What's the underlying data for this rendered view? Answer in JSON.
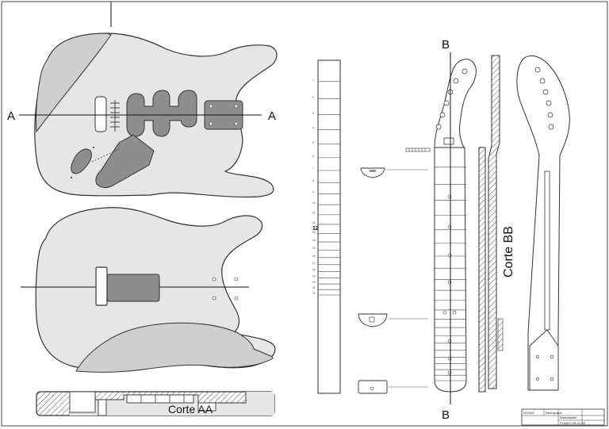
{
  "drawing": {
    "section_a_label": "A",
    "section_b_label": "B",
    "section_aa_caption": "Corte AA",
    "section_bb_caption": "Corte BB",
    "scale_highlight": "12"
  },
  "fret_scale": {
    "numbers": [
      "1",
      "2",
      "3",
      "4",
      "5",
      "6",
      "7",
      "8",
      "9",
      "10",
      "11",
      "12",
      "13",
      "14",
      "15",
      "16",
      "17",
      "18",
      "19",
      "20",
      "21",
      "22"
    ]
  },
  "title_block": {
    "field_left": "NOTAS",
    "field_replace": "Reemplaza",
    "field_title": "Stratocaster",
    "field_footer": "PLANO  GR-01  A3"
  },
  "colors": {
    "body_fill": "#e6e6e6",
    "pickguard_fill": "#cfcfcf",
    "cavity_fill": "#8e8e8e",
    "line": "#333333"
  }
}
